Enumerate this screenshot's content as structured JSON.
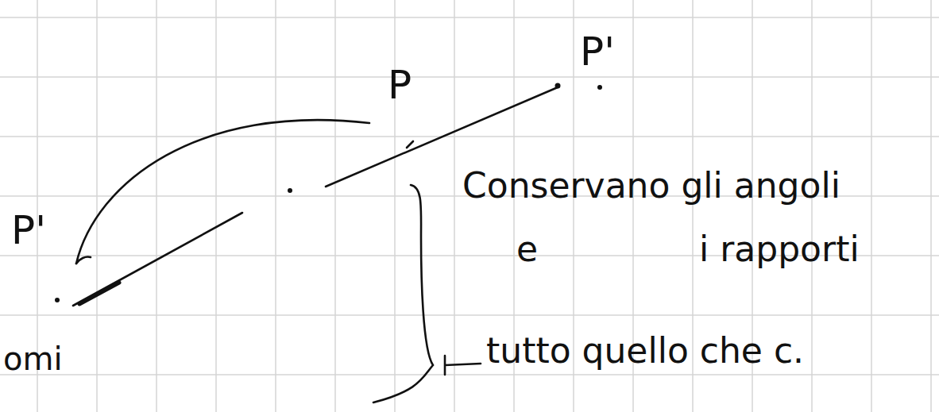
{
  "diagram": {
    "labels": [
      "P'",
      "P",
      "P'",
      "Conservano gli angoli",
      "e",
      "i rapporti",
      "tutto quello che c.",
      "omi"
    ]
  }
}
